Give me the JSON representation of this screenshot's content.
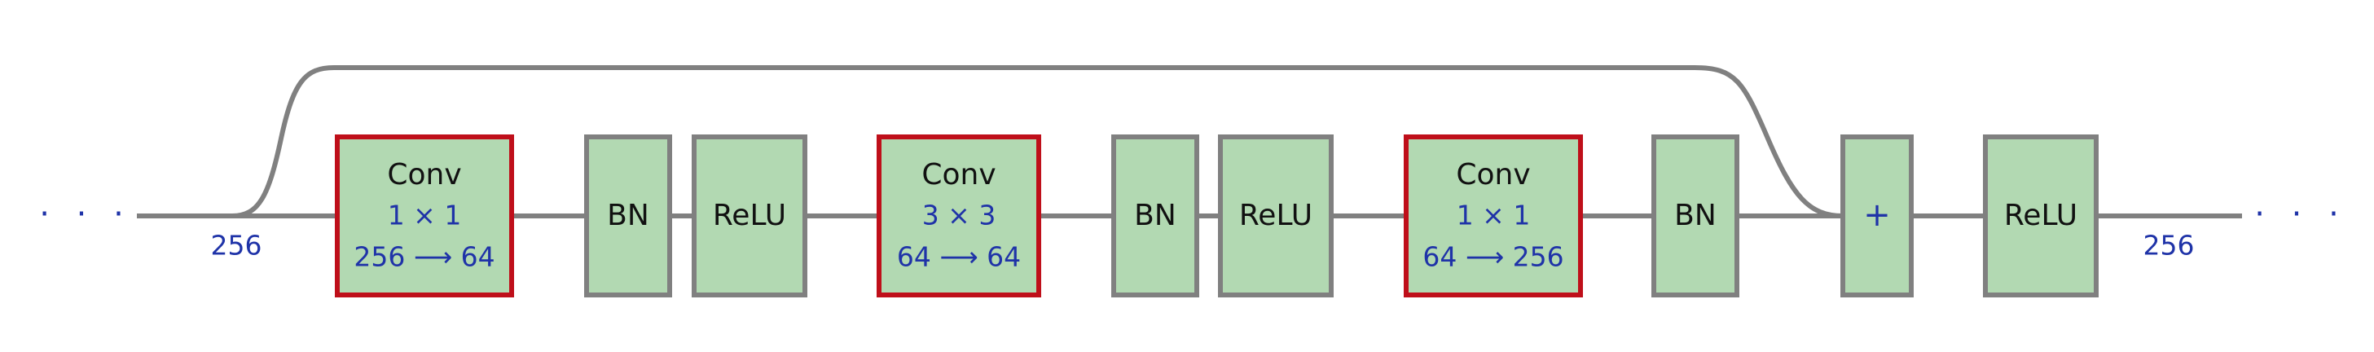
{
  "input": {
    "dots": "· · ·",
    "channels": "256"
  },
  "output": {
    "dots": "· · ·",
    "channels": "256"
  },
  "blocks": {
    "conv1": {
      "title": "Conv",
      "kernel": "1 × 1",
      "channels": "256 ⟶ 64"
    },
    "bn1": {
      "label": "BN"
    },
    "relu1": {
      "label": "ReLU"
    },
    "conv2": {
      "title": "Conv",
      "kernel": "3 × 3",
      "channels": "64 ⟶ 64"
    },
    "bn2": {
      "label": "BN"
    },
    "relu2": {
      "label": "ReLU"
    },
    "conv3": {
      "title": "Conv",
      "kernel": "1 × 1",
      "channels": "64 ⟶ 256"
    },
    "bn3": {
      "label": "BN"
    },
    "add": {
      "label": "+"
    },
    "relu_out": {
      "label": "ReLU"
    }
  },
  "colors": {
    "block_fill": "#b2d9b2",
    "block_border": "#808080",
    "conv_border": "#bf0f1a",
    "wire": "#808080",
    "annotation": "#1f33a8"
  }
}
